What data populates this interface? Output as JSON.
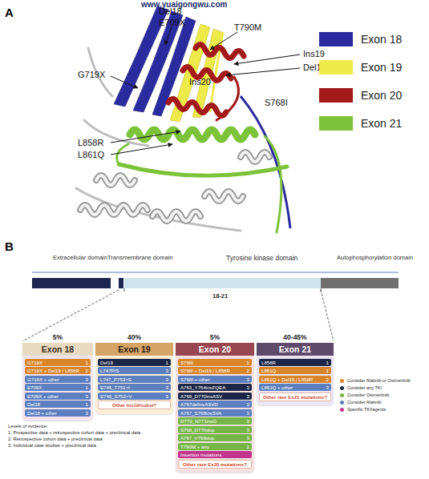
{
  "diagram": {
    "nodes": [
      {
        "text": [
          "Extracellular domain"
        ]
      },
      {
        "text": [
          "Transmembrane domain"
        ]
      },
      {
        "text": [
          "Tyrosine kinase domain"
        ]
      },
      {
        "text": [
          "Autophosphorylation domain"
        ]
      },
      {
        "text": [
          "5%",
          "Exon 18"
        ]
      },
      {
        "text": [
          "G719X",
          "1"
        ],
        "in": 4
      },
      {
        "text": [
          "G719X + Del19 / L858R",
          "2"
        ],
        "in": 4
      },
      {
        "text": [
          "G719X + other",
          "3"
        ],
        "in": 4
      },
      {
        "text": [
          "E709X",
          "1"
        ],
        "in": 4
      },
      {
        "text": [
          "E709X + other",
          "3"
        ],
        "in": 4
      },
      {
        "text": [
          "Del18",
          "1"
        ],
        "in": 4
      },
      {
        "text": [
          "Del18 + other",
          "3"
        ],
        "in": 4
      },
      {
        "text": [
          "40%",
          "Exon 19"
        ]
      },
      {
        "text": [
          "Del19",
          "1"
        ],
        "in": 12
      },
      {
        "text": [
          "L747P/S",
          "3"
        ],
        "in": 12
      },
      {
        "text": [
          "L747_P753>S",
          "3"
        ],
        "in": 12
      },
      {
        "text": [
          "E746_T751>I",
          "3"
        ],
        "in": 12
      },
      {
        "text": [
          "E746_S752>V",
          "3"
        ],
        "in": 12
      },
      {
        "text": [
          "Other Ins19/subst?"
        ],
        "in": 12
      },
      {
        "text": [
          "5%",
          "Exon 20"
        ]
      },
      {
        "text": [
          "S768I",
          "1"
        ],
        "in": 19
      },
      {
        "text": [
          "S768I + Del19 / L858R",
          "2"
        ],
        "in": 19
      },
      {
        "text": [
          "S768I + other",
          "3"
        ],
        "in": 19
      },
      {
        "text": [
          "A763_Y764insFQEA",
          "3"
        ],
        "in": 19
      },
      {
        "text": [
          "A769_D770insASV",
          "3"
        ],
        "in": 19
      },
      {
        "text": [
          "A767delinsASVD",
          "3"
        ],
        "in": 19
      },
      {
        "text": [
          "A767_S768insSVA",
          "3"
        ],
        "in": 19
      },
      {
        "text": [
          "D770_N771insG",
          "3"
        ],
        "in": 19
      },
      {
        "text": [
          "S768_D770dup",
          "3"
        ],
        "in": 19
      },
      {
        "text": [
          "A767_V769dup",
          "3"
        ],
        "in": 19
      },
      {
        "text": [
          "T790M + any",
          "1"
        ],
        "in": 19
      },
      {
        "text": [
          "Insertion mutations"
        ],
        "in": 19
      },
      {
        "text": [
          "Other rare Ex20 mutations?"
        ],
        "in": 19
      },
      {
        "text": [
          "40-45%",
          "Exon 21"
        ]
      },
      {
        "text": [
          "L858R",
          "1"
        ],
        "in": 33
      },
      {
        "text": [
          "L861Q",
          "1"
        ],
        "in": 33
      },
      {
        "text": [
          "L861Q + Del19 / L858R",
          "2"
        ],
        "in": 33
      },
      {
        "text": [
          "L861Q + other",
          "3"
        ],
        "in": 33
      },
      {
        "text": [
          "Other rare Ex21 mutations?"
        ],
        "in": 33
      }
    ],
    "labels": [
      "www.yuaigongwu.com",
      "A",
      "Del18",
      "E709X",
      "T790M",
      "Ins19",
      "Del19",
      "G719X",
      "Ins20",
      "S768I",
      "L858R",
      "L861Q",
      "B",
      "18-21",
      "Levels of evidence:",
      "1. Prospective data + retrospective cohort data + preclinical data",
      "2. Retrospective cohort data + preclinical data",
      "3. Individual case studies + preclinical data"
    ],
    "legend": [
      {
        "text": "Exon 18",
        "color": "#2b2ba0"
      },
      {
        "text": "Exon 19",
        "color": "#eeea4a"
      },
      {
        "text": "Exon 20",
        "color": "#a31a1a"
      },
      {
        "text": "Exon 21",
        "color": "#7cc33a"
      },
      {
        "text": "Consider Afatinib or Osimertinib",
        "color": "#d9862b"
      },
      {
        "text": "Consider any TKI",
        "color": "#1c2747"
      },
      {
        "text": "Consider Osimertinib",
        "color": "#76b648"
      },
      {
        "text": "Consider Afatinib",
        "color": "#5d7fbf"
      },
      {
        "text": "Specific TKI/agents",
        "color": "#c2358c"
      }
    ]
  }
}
